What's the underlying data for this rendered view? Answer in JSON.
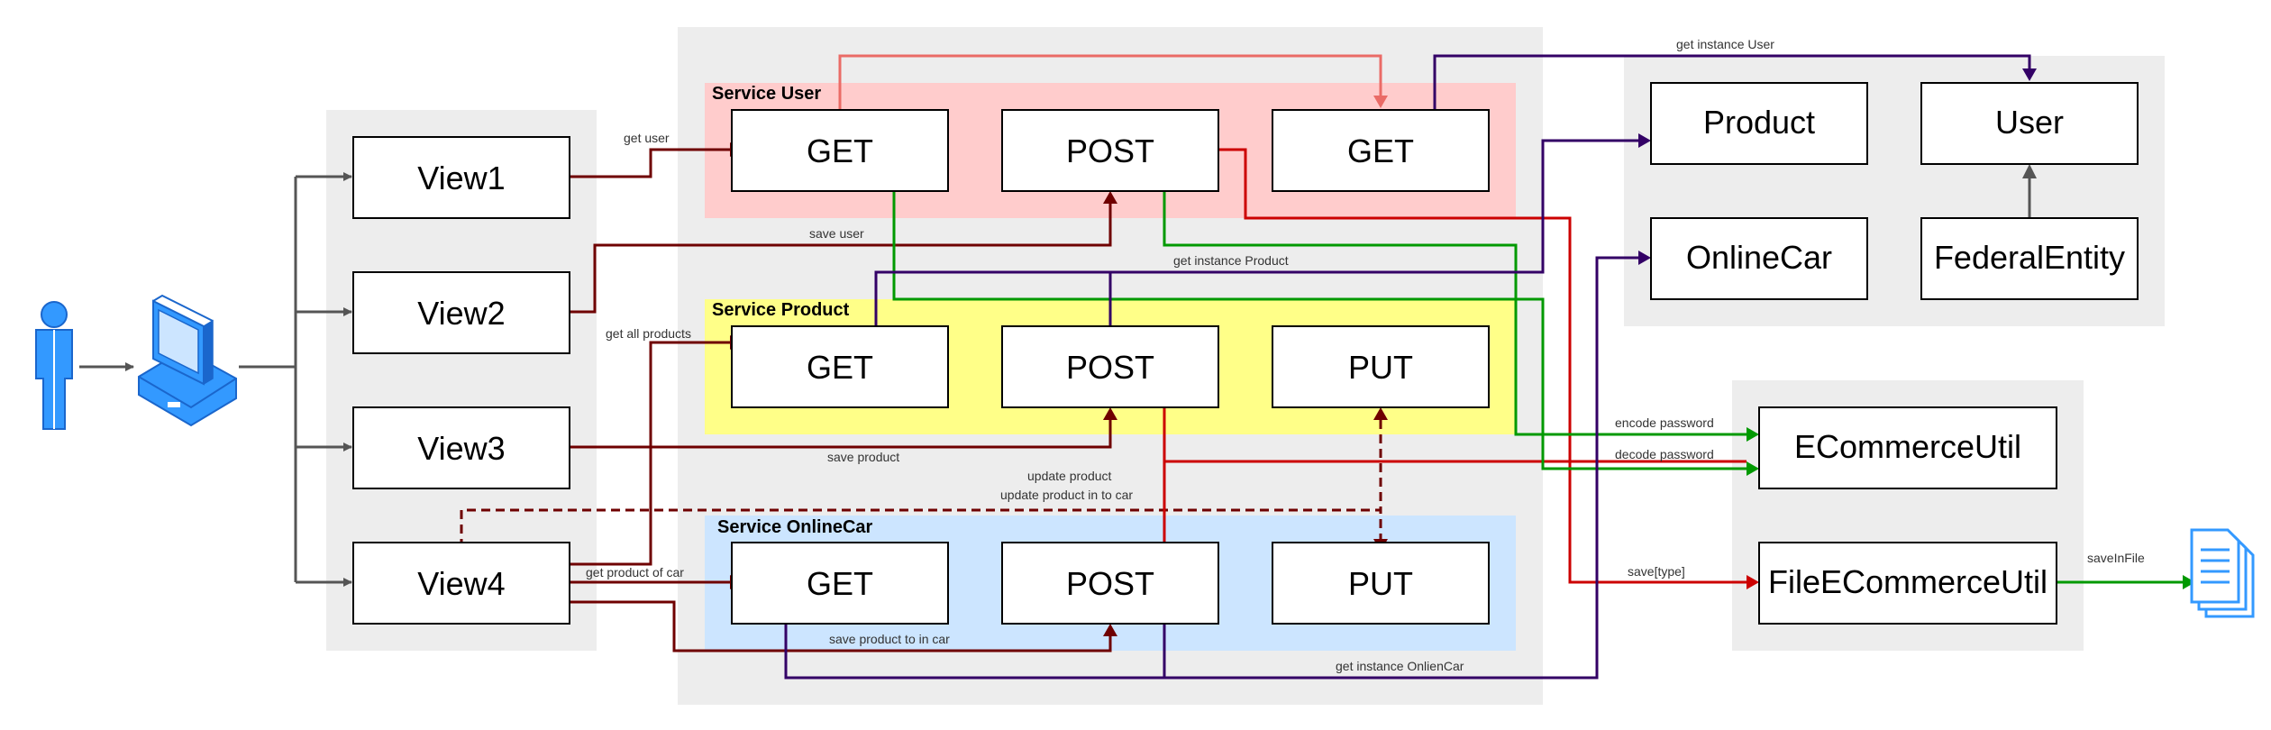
{
  "colors": {
    "group_gray": "#ededed",
    "service_user": "#ffcccc",
    "service_product": "#ffff88",
    "service_onlinecar": "#cce5ff",
    "dark_red": "#6f0000",
    "red": "#cc0000",
    "salmon": "#ea6b66",
    "green": "#009900",
    "purple": "#330066",
    "gray_arrow": "#555555",
    "icon_blue": "#3399ff"
  },
  "icons": {
    "actor": "user-person-icon",
    "computer": "computer-workstation-icon",
    "file": "documents-file-icon"
  },
  "groups": {
    "service_user": "Service User",
    "service_product": "Service Product",
    "service_onlinecar": "Service OnlineCar"
  },
  "views": [
    "View1",
    "View2",
    "View3",
    "View4"
  ],
  "services": {
    "user": [
      "GET",
      "POST",
      "GET"
    ],
    "product": [
      "GET",
      "POST",
      "PUT"
    ],
    "onlinecar": [
      "GET",
      "POST",
      "PUT"
    ]
  },
  "entities": [
    "Product",
    "User",
    "OnlineCar",
    "FederalEntity"
  ],
  "utils": [
    "ECommerceUtil",
    "FileECommerceUtil"
  ],
  "edge_labels": {
    "get_user": "get user",
    "save_user": "save user",
    "get_all_products": "get all products",
    "save_product": "save product",
    "update_product": "update product",
    "update_product_in_to_car": "update product in to car",
    "get_product_of_car": "get product of car",
    "save_product_to_in_car": "save product to in car",
    "get_instance_user": "get instance User",
    "get_instance_product": "get instance Product",
    "get_instance_onliencar": "get instance OnlienCar",
    "encode_password": "encode password",
    "decode_password": "decode password",
    "save_type": "save[type]",
    "save_in_file": "saveInFile"
  }
}
